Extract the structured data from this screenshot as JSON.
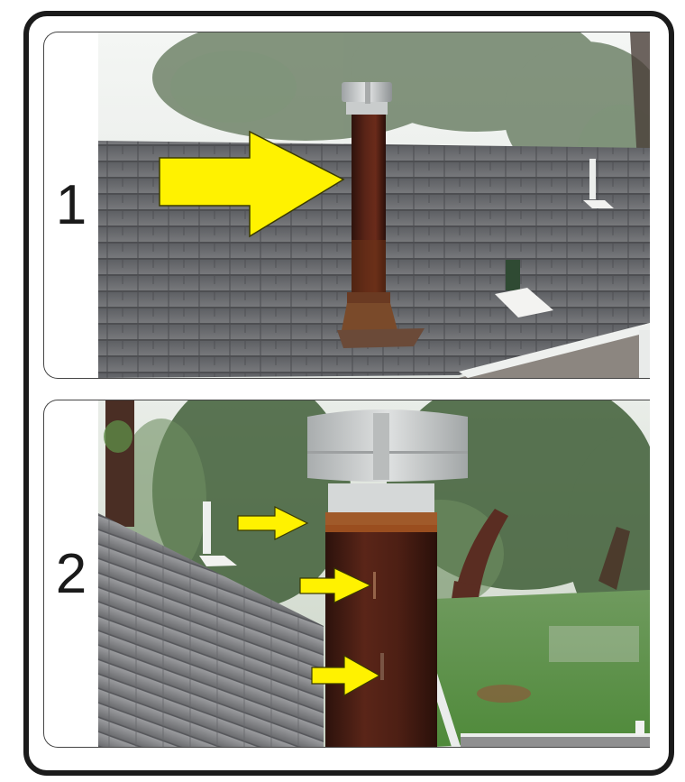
{
  "panels": [
    {
      "label": "1",
      "description": "Rusted metal chimney flue pipe with stainless cap on shingled roof; large yellow arrow pointing at pipe; two plumbing vents on roof",
      "arrows": 1
    },
    {
      "label": "2",
      "description": "Close-up of rusted chimney flue with stainless cap; three yellow arrows pointing at rust at cap joint and along pipe; trees and green yard in background",
      "arrows": 3
    }
  ],
  "colors": {
    "frame": "#1b1b1b",
    "arrow_fill": "#fff200",
    "arrow_stroke": "#3a3a00",
    "rust": "#5a2417",
    "shingle": "#6f7073"
  }
}
